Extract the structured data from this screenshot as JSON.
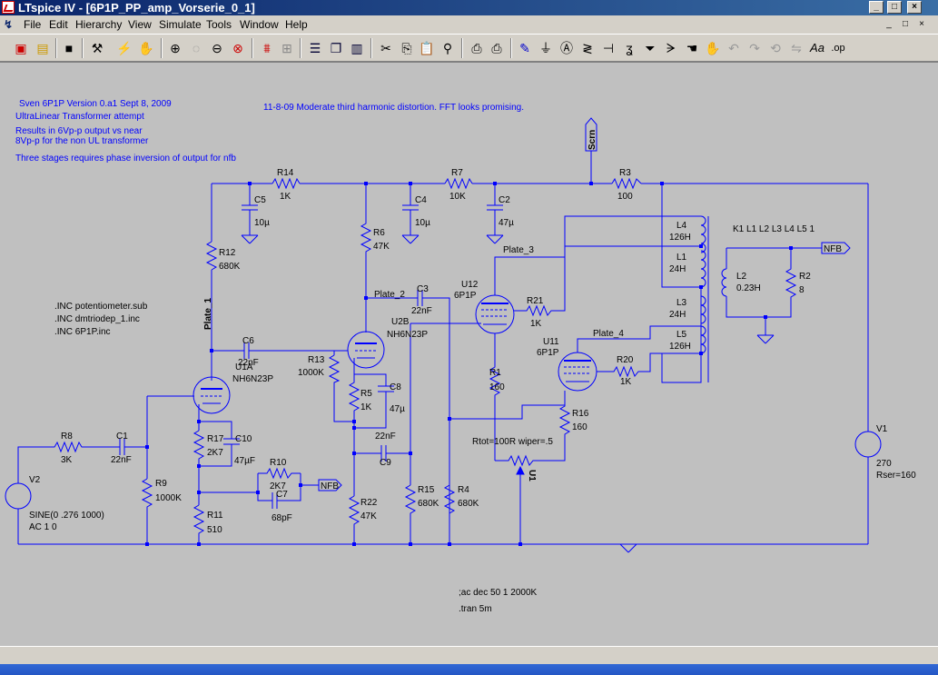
{
  "window": {
    "title": "LTspice IV - [6P1P_PP_amp_Vorserie_0_1]",
    "controls": {
      "minimize": "_",
      "maximize": "□",
      "close": "×"
    }
  },
  "menu": {
    "items": [
      "File",
      "Edit",
      "Hierarchy",
      "View",
      "Simulate",
      "Tools",
      "Window",
      "Help"
    ]
  },
  "toolbar": {
    "icons": [
      "schematic-new-icon",
      "open-folder-icon",
      "save-icon",
      "control-panel-icon",
      "run-icon",
      "halt-icon",
      "zoom-in-icon",
      "zoom-area-icon",
      "zoom-out-icon",
      "zoom-cancel-icon",
      "waveform-icon",
      "autorange-icon",
      "tile-horizontal-icon",
      "cascade-icon",
      "tile-vertical-icon",
      "cut-icon",
      "copy-icon",
      "paste-icon",
      "find-icon",
      "print-setup-icon",
      "print-icon",
      "wire-icon",
      "ground-icon",
      "label-icon",
      "resistor-icon",
      "capacitor-icon",
      "inductor-icon",
      "diode-icon",
      "component-icon",
      "move-icon",
      "drag-icon",
      "undo-icon",
      "redo-icon",
      "rotate-icon",
      "mirror-icon",
      "text-icon",
      "spice-directive-icon"
    ],
    "text_tool": "Aa",
    "op_tool": ".op"
  },
  "colors": {
    "wire": "#0000ff",
    "text": "#0000ff",
    "canvas": "#c0c0c0",
    "titlebar_start": "#0a246a",
    "titlebar_end": "#3a6ea5"
  },
  "schematic": {
    "comments": {
      "c1": "Sven 6P1P Version 0.a1 Sept 8, 2009",
      "c2": "UltraLinear Transformer attempt",
      "c3": "Results in 6Vp-p output vs near",
      "c4": "8Vp-p for the non UL transformer",
      "c5": "Three stages requires phase inversion of output for nfb",
      "c6": "11-8-09 Moderate third harmonic distortion. FFT looks promising."
    },
    "directives": {
      "inc1": ".INC potentiometer.sub",
      "inc2": ".INC dmtriodep_1.inc",
      "inc3": ".INC 6P1P.inc",
      "k": "K1 L1 L2 L3 L4 L5 1",
      "ac": ";ac dec 50 1 2000K",
      "tran": ".tran 5m",
      "pot": "Rtot=100R wiper=.5"
    },
    "nets": {
      "scrn": "Scrn",
      "plate1": "Plate_1",
      "plate2": "Plate_2",
      "plate3": "Plate_3",
      "plate4": "Plate_4",
      "nfb": "NFB"
    },
    "parts": {
      "R14": {
        "name": "R14",
        "value": "1K"
      },
      "R7": {
        "name": "R7",
        "value": "10K"
      },
      "R3": {
        "name": "R3",
        "value": "100"
      },
      "C5": {
        "name": "C5",
        "value": "10µ"
      },
      "C4": {
        "name": "C4",
        "value": "10µ"
      },
      "C2": {
        "name": "C2",
        "value": "47µ"
      },
      "R12": {
        "name": "R12",
        "value": "680K"
      },
      "R6": {
        "name": "R6",
        "value": "47K"
      },
      "C3": {
        "name": "C3",
        "value": "22nF"
      },
      "C6": {
        "name": "C6",
        "value": "22nF"
      },
      "U1A": {
        "name": "U1A",
        "value": "NH6N23P"
      },
      "U2B": {
        "name": "U2B",
        "value": "NH6N23P"
      },
      "R13": {
        "name": "R13",
        "value": "1000K"
      },
      "R5": {
        "name": "R5",
        "value": "1K"
      },
      "C8": {
        "name": "C8",
        "value": "47µ"
      },
      "U12": {
        "name": "U12",
        "value": "6P1P"
      },
      "U11": {
        "name": "U11",
        "value": "6P1P"
      },
      "R21": {
        "name": "R21",
        "value": "1K"
      },
      "R20": {
        "name": "R20",
        "value": "1K"
      },
      "R1": {
        "name": "R1",
        "value": "160"
      },
      "R16": {
        "name": "R16",
        "value": "160"
      },
      "L4": {
        "name": "L4",
        "value": "126H"
      },
      "L1": {
        "name": "L1",
        "value": "24H"
      },
      "L3": {
        "name": "L3",
        "value": "24H"
      },
      "L5": {
        "name": "L5",
        "value": "126H"
      },
      "L2": {
        "name": "L2",
        "value": "0.23H"
      },
      "R2": {
        "name": "R2",
        "value": "8"
      },
      "V1": {
        "name": "V1",
        "value": "270",
        "extra": "Rser=160"
      },
      "V2": {
        "name": "V2",
        "value": "SINE(0 .276 1000)",
        "extra": "AC 1 0"
      },
      "R8": {
        "name": "R8",
        "value": "3K"
      },
      "C1": {
        "name": "C1",
        "value": "22nF"
      },
      "R9": {
        "name": "R9",
        "value": "1000K"
      },
      "R17": {
        "name": "R17",
        "value": "2K7"
      },
      "C10": {
        "name": "C10",
        "value": "47µF"
      },
      "R10": {
        "name": "R10",
        "value": "2K7"
      },
      "C7": {
        "name": "C7",
        "value": "68pF"
      },
      "R11": {
        "name": "R11",
        "value": "510"
      },
      "C9": {
        "name": "C9",
        "value": "22nF"
      },
      "R22": {
        "name": "R22",
        "value": "47K"
      },
      "R15": {
        "name": "R15",
        "value": "680K"
      },
      "R4": {
        "name": "R4",
        "value": "680K"
      },
      "U3": {
        "name": "U1"
      }
    }
  }
}
